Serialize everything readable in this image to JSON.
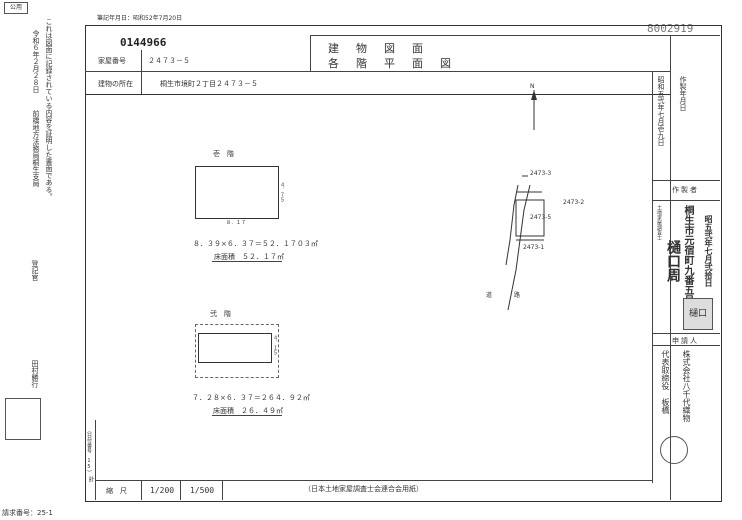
{
  "left_margin": {
    "tag": "公用",
    "certification_1": "これは図面に記録されている内容を証明した書面である。",
    "certification_2": "令和６年２月２８日",
    "certification_3": "前橋地方法務局桐生支局",
    "registrar_title": "登記官",
    "registrar_name": "田村勝行",
    "request_number": "請求番号：25-1"
  },
  "top_header": {
    "meta": "筆記年月日：昭和52年7月20日",
    "doc_number": "0144966",
    "corner_number": "8002919"
  },
  "title_block": {
    "title_1": "建　物　図　面",
    "title_2": "各　階　平　面　図",
    "house_number_label": "家屋番号",
    "house_number_value": "２４７３－５",
    "location_label": "建物の所在",
    "location_value": "桐生市境町２丁目２４７３－５"
  },
  "right_panel": {
    "date_vertical": "昭和五弐年七月壱九日",
    "date_label": "作製年月日",
    "maker_label": "作製者",
    "maker_sub": "土地家屋調査士",
    "maker_address": "桐生市元宿町九番五号",
    "maker_name": "樋口周",
    "stamp_text": "樋口",
    "side_stamp": "昭五弐年七月弐拾日",
    "applicant_label": "申請人",
    "applicant_name": "株式会社八千代織物",
    "applicant_rep": "代表取締役　板橋"
  },
  "first_floor": {
    "heading": "壱　階",
    "side_dim": "４．７５",
    "bottom_dim": "８．１７",
    "calc": "８．３９×６．３７＝５２．１７０３㎡",
    "area": "床面積　５２．１７㎡"
  },
  "second_floor": {
    "heading": "弐　階",
    "side_dim": "４．１５",
    "calc": "７．２８×６．３７＝２６４．９２㎡",
    "area": "床面積　２６．４９㎡"
  },
  "site_map": {
    "north": "N",
    "lot_a": "2473-3",
    "lot_b": "2473-5",
    "lot_c": "2473-2",
    "lot_d": "2473-1",
    "road": "道　路"
  },
  "left_strip": {
    "label": "（日付番号　15）",
    "measure_label": "計",
    "measure_value": "（日付番号 15）"
  },
  "footer": {
    "scale_label": "縮　尺",
    "scale_1": "1/200",
    "scale_2": "1/500",
    "paper_label": "（日本土地家屋調査士会連合会用紙）"
  }
}
